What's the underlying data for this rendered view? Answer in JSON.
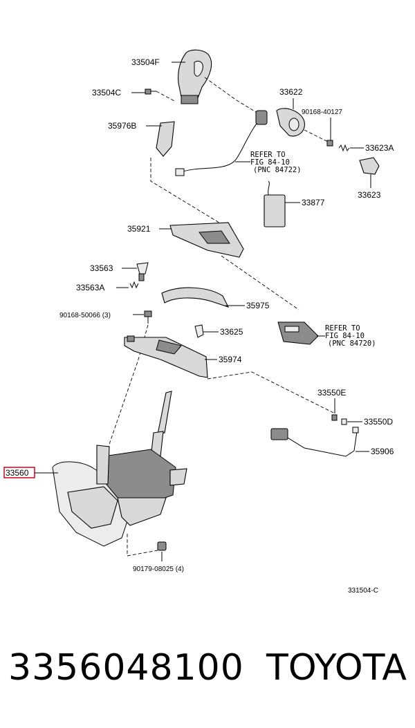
{
  "labels": {
    "p33504F": "33504F",
    "p33504C": "33504C",
    "p35976B": "35976B",
    "p33622": "33622",
    "p90168_40127": "90168-40127",
    "p33623A": "33623A",
    "p33623": "33623",
    "p33877": "33877",
    "p35921": "35921",
    "p33563": "33563",
    "p33563A": "33563A",
    "p90168_50066": "90168-50066 (3)",
    "p35975": "35975",
    "p33625": "33625",
    "p35974": "35974",
    "p33550E": "33550E",
    "p33550D": "33550D",
    "p35906": "35906",
    "p33560": "33560",
    "p90179_08025": "90179-08025 (4)",
    "ref1_line1": "REFER TO",
    "ref1_line2": "FIG 84-10",
    "ref1_line3": "(PNC 84722)",
    "ref2_line1": "REFER TO",
    "ref2_line2": "FIG 84-10",
    "ref2_line3": "(PNC 84720)",
    "diagram_code": "331504-C"
  },
  "footer": {
    "part_number": "3356048100",
    "brand": "TOYOTA"
  },
  "colors": {
    "highlight": "#d0021b",
    "line": "#000000",
    "part_fill": "#d9d9d9"
  }
}
